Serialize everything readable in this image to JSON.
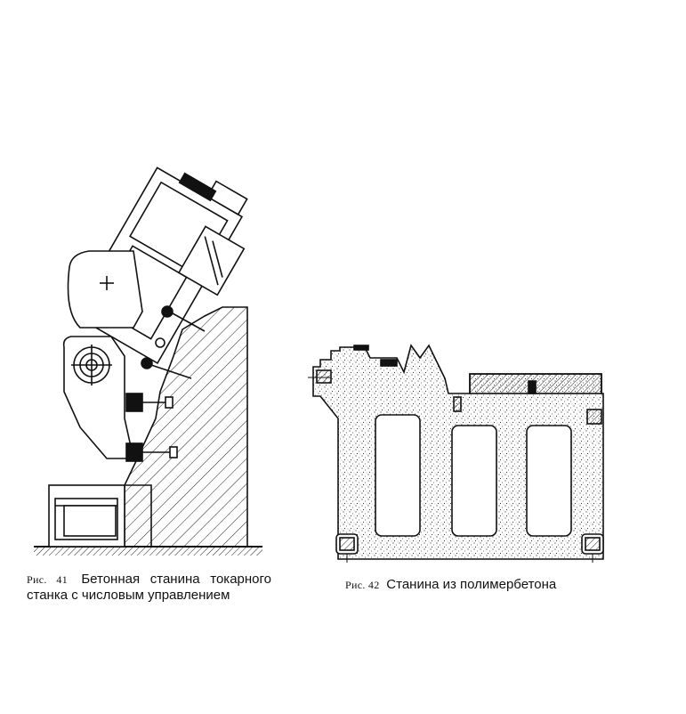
{
  "figures": [
    {
      "number": "Рис. 41",
      "caption": "Бетонная станина токарного станка с числовым управлением"
    },
    {
      "number": "Рис. 42",
      "caption": "Станина из полимербетона"
    }
  ],
  "colors": {
    "ink": "#111111",
    "paper": "#ffffff"
  }
}
